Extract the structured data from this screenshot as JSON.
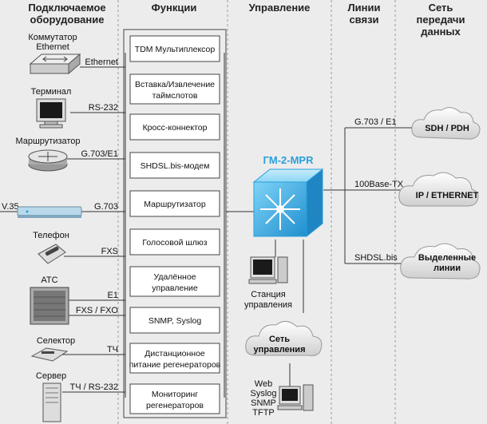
{
  "headers": {
    "equipment": [
      "Подключаемое",
      "оборудование"
    ],
    "functions": "Функции",
    "control": "Управление",
    "lines": [
      "Линии",
      "связи"
    ],
    "network": [
      "Сеть",
      "передачи",
      "данных"
    ]
  },
  "devices": [
    {
      "name": [
        "Коммутатор",
        "Ethernet"
      ],
      "iface": "Ethernet",
      "icon": "switch-icon"
    },
    {
      "name": [
        "Терминал"
      ],
      "iface": "RS-232",
      "icon": "monitor-icon"
    },
    {
      "name": [
        "Маршрутизатор"
      ],
      "iface": "G.703/E1",
      "icon": "router-icon"
    },
    {
      "name": [],
      "iface": "G.703",
      "icon": "modem-icon"
    },
    {
      "name": [
        "Телефон"
      ],
      "iface": "FXS",
      "icon": "phone-icon"
    },
    {
      "name": [
        "АТС"
      ],
      "iface": "E1",
      "iface2": "FXS / FXO",
      "icon": "pbx-icon"
    },
    {
      "name": [
        "Селектор"
      ],
      "iface": "ТЧ",
      "icon": "selector-icon"
    },
    {
      "name": [
        "Сервер"
      ],
      "iface": "ТЧ / RS-232",
      "icon": "server-icon"
    }
  ],
  "v35_label": "V.35",
  "functions": [
    [
      "TDM Мультиплексор"
    ],
    [
      "Вставка/Извлечение",
      "таймслотов"
    ],
    [
      "Кросс-коннектор"
    ],
    [
      "SHDSL.bis-модем"
    ],
    [
      "Маршрутизатор"
    ],
    [
      "Голосовой шлюз"
    ],
    [
      "Удалённое",
      "управление"
    ],
    [
      "SNMP, Syslog"
    ],
    [
      "Дистанционное",
      "питание регенераторов"
    ],
    [
      "Мониторинг",
      "регенераторов"
    ]
  ],
  "center": {
    "title": "ГМ-2-MPR",
    "station": [
      "Станция",
      "управления"
    ],
    "mgmt_cloud": [
      "Сеть",
      "управления"
    ],
    "protocols": [
      "Web",
      "Syslog",
      "SNMP",
      "TFTP"
    ]
  },
  "lines": [
    "G.703 / E1",
    "100Base-TX",
    "SHDSL.bis"
  ],
  "networks": [
    [
      "SDH / PDH"
    ],
    [
      "IP / ETHERNET"
    ],
    [
      "Выделенные",
      "линии"
    ]
  ],
  "colors": {
    "accent": "#2a9fd8",
    "cube": "#3fb3e6",
    "line": "#333333"
  }
}
